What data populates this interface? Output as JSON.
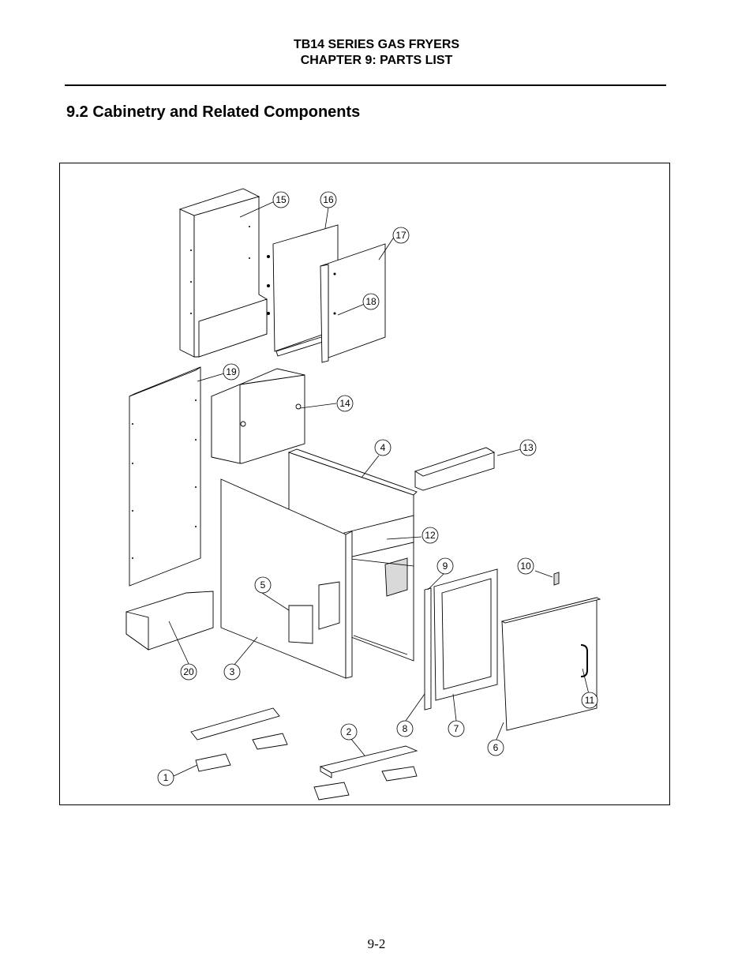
{
  "header": {
    "line1": "TB14 SERIES GAS FRYERS",
    "line2": "CHAPTER 9:  PARTS LIST"
  },
  "section": {
    "title": "9.2  Cabinetry and Related Components"
  },
  "figure": {
    "callouts": [
      "15",
      "16",
      "17",
      "18",
      "19",
      "14",
      "4",
      "13",
      "12",
      "9",
      "10",
      "5",
      "20",
      "3",
      "11",
      "8",
      "7",
      "6",
      "2",
      "1"
    ]
  },
  "footer": {
    "page_number": "9-2"
  }
}
